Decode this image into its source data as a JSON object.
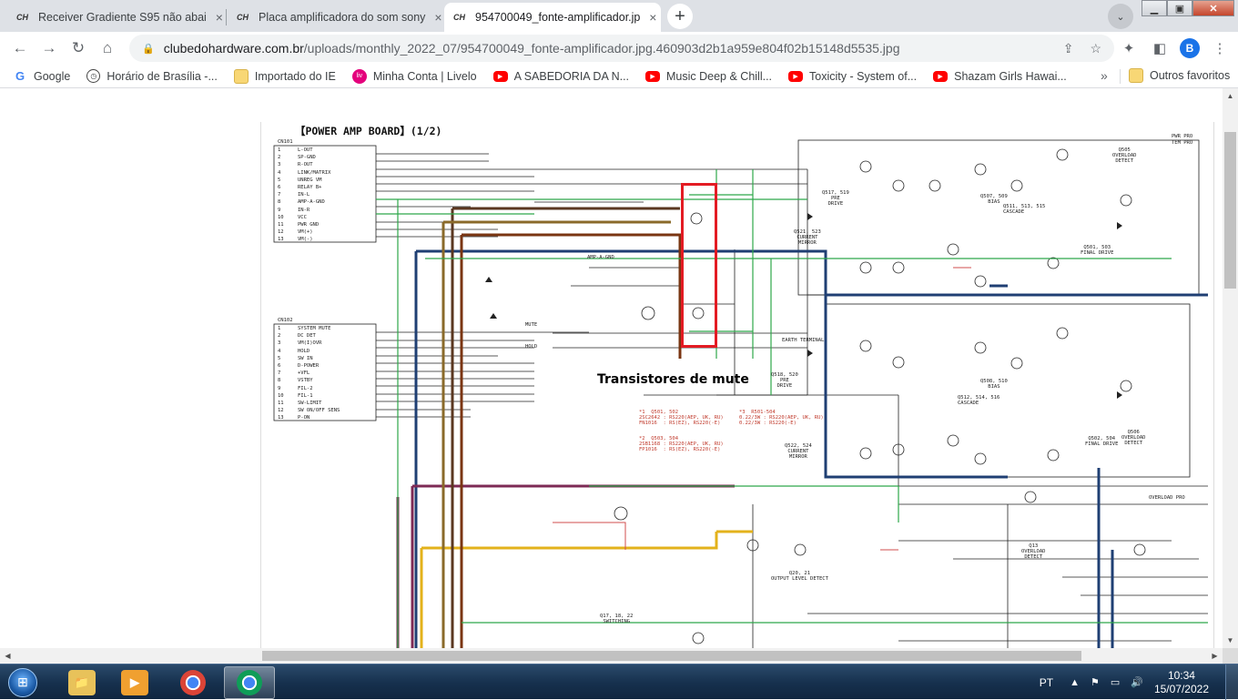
{
  "tabs": [
    {
      "title": "Receiver Gradiente S95 não abai",
      "favicon": "CH",
      "close": "×"
    },
    {
      "title": "Placa amplificadora do som sony",
      "favicon": "CH",
      "close": "×"
    },
    {
      "title": "954700049_fonte-amplificador.jp",
      "favicon": "CH",
      "close": "×",
      "active": true
    }
  ],
  "new_tab": "+",
  "tab_search": "⌄",
  "window_controls": {
    "minimize": "▁",
    "maximize": "▣",
    "close": "✕"
  },
  "nav": {
    "back": "←",
    "forward": "→",
    "reload": "↻",
    "home": "⌂"
  },
  "address": {
    "domain": "clubedohardware.com.br",
    "path": "/uploads/monthly_2022_07/954700049_fonte-amplificador.jpg.460903d2b1a959e804f02b15148d5535.jpg"
  },
  "profile_initial": "B",
  "bookmarks": [
    {
      "label": "Google",
      "icon": "google-icon",
      "glyph": "G"
    },
    {
      "label": "Horário de Brasília -...",
      "icon": "clock-icon",
      "glyph": "◷"
    },
    {
      "label": "Importado do IE",
      "icon": "folder-icon",
      "glyph": ""
    },
    {
      "label": "Minha Conta | Livelo",
      "icon": "livelo-icon",
      "glyph": "liv"
    },
    {
      "label": "A SABEDORIA DA N...",
      "icon": "youtube-icon",
      "glyph": "▶"
    },
    {
      "label": "Music Deep & Chill...",
      "icon": "youtube-icon",
      "glyph": "▶"
    },
    {
      "label": "Toxicity - System of...",
      "icon": "youtube-icon",
      "glyph": "▶"
    },
    {
      "label": "Shazam Girls Hawai...",
      "icon": "youtube-icon",
      "glyph": "▶"
    }
  ],
  "bookmarks_more": "»",
  "other_bookmarks": "Outros favoritos",
  "schematic": {
    "board_title": "【POWER AMP BOARD】(1/2)",
    "overlay_caption": "Transistores de mute",
    "highlight_color": "#e31b23",
    "labels": {
      "q517": "Q517, 519\nPRE\nDRIVE",
      "q507": "Q507, 509\nBIAS",
      "q511": "Q511, 513, 515\nCASCADE",
      "q501": "Q501, 503\nFINAL DRIVE",
      "q505": "Q505\nOVERLOAD\nDETECT",
      "q521": "Q521, 523\nCURRENT\nMIRROR",
      "q518": "Q518, 520\nPRE\nDRIVE",
      "q508": "Q508, 510\nBIAS",
      "q512": "Q512, 514, 516\nCASCADE",
      "q502": "Q502, 504\nFINAL DRIVE",
      "q506": "Q506\nOVERLOAD\nDETECT",
      "q522": "Q522, 524\nCURRENT\nMIRROR",
      "q13": "Q13\nOVERLOAD\nDETECT",
      "q20": "Q20, 21\nOUTPUT LEVEL DETECT",
      "q17": "Q17, 18, 22\nSWITCHING",
      "earth": "EARTH TERMINAL",
      "cn101": "CN101",
      "cn102": "CN102",
      "mute": "MUTE",
      "hold": "HOLD",
      "amp_a_gnd": "AMP-A-GND",
      "pwr_pro": "PWR PRO",
      "tem_pro": "TEM PRO",
      "overload_pro": "OVERLOAD PRO"
    },
    "cn101_pins": [
      "L-OUT",
      "SP-GND",
      "R-OUT",
      "LINK/MATRIX",
      "UNREG VM",
      "RELAY B+",
      "IN-L",
      "AMP-A-GND",
      "IN-R",
      "VCC",
      "PWR GND",
      "VM(+)",
      "VM(-)"
    ],
    "cn102_pins": [
      "SYSTEM MUTE",
      "DC DET",
      "VM(I)OVR",
      "HOLD",
      "SW IN",
      "D-POWER",
      "+VFL",
      "VSTBY",
      "FIL-2",
      "FIL-1",
      "SW-LIMIT",
      "SW ON/OFF SENS",
      "P-ON"
    ],
    "notes": [
      "*1  Q501, 502\n2SC2642 : RS220(AEP, UK, RU)\nFN1016  : RS(EZ), RS220(-E)",
      "*2  Q503, 504\n2SB1168 : RS220(AEP, UK, RU)\nFP1016  : RS(EZ), RS220(-E)",
      "*3  R501-504\n0.22/3W : RS220(AEP, UK, RU)\n0.22/3W : RS220(-E)"
    ]
  },
  "taskbar": {
    "start": "⊞",
    "apps": [
      {
        "name": "explorer",
        "glyph": "📁"
      },
      {
        "name": "media-player",
        "glyph": "▶"
      },
      {
        "name": "chrome",
        "glyph": "◉"
      },
      {
        "name": "chrome-profile",
        "glyph": "◉"
      }
    ],
    "language": "PT",
    "tray_icons": [
      "▲",
      "⚑",
      "▭",
      "🔊"
    ],
    "time": "10:34",
    "date": "15/07/2022"
  }
}
